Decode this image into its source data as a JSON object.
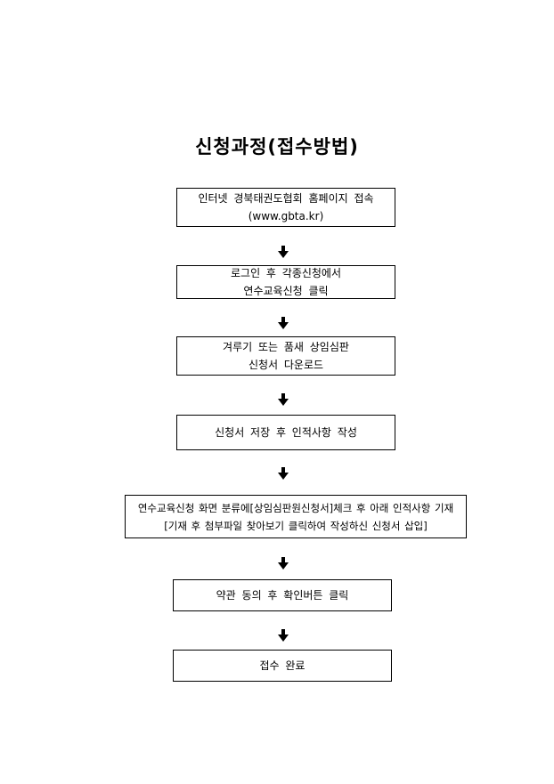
{
  "title": "신청과정(접수방법)",
  "steps": [
    {
      "line1": "인터넷 경북태권도협회 홈페이지 접속",
      "line2": "(www.gbta.kr)"
    },
    {
      "line1": "로그인 후 각종신청에서",
      "line2": "연수교육신청 클릭"
    },
    {
      "line1": "겨루기 또는 품새 상임심판",
      "line2": "신청서 다운로드"
    },
    {
      "line1": "신청서 저장 후 인적사항 작성"
    },
    {
      "line1": "연수교육신청 화면 분류에[상임심판원신청서]체크 후 아래 인적사항 기재",
      "line2": "[기재 후 첨부파일 찾아보기 클릭하여 작성하신 신청서 삽입]"
    },
    {
      "line1": "약관 동의 후 확인버튼 클릭"
    },
    {
      "line1": "접수 완료"
    }
  ]
}
